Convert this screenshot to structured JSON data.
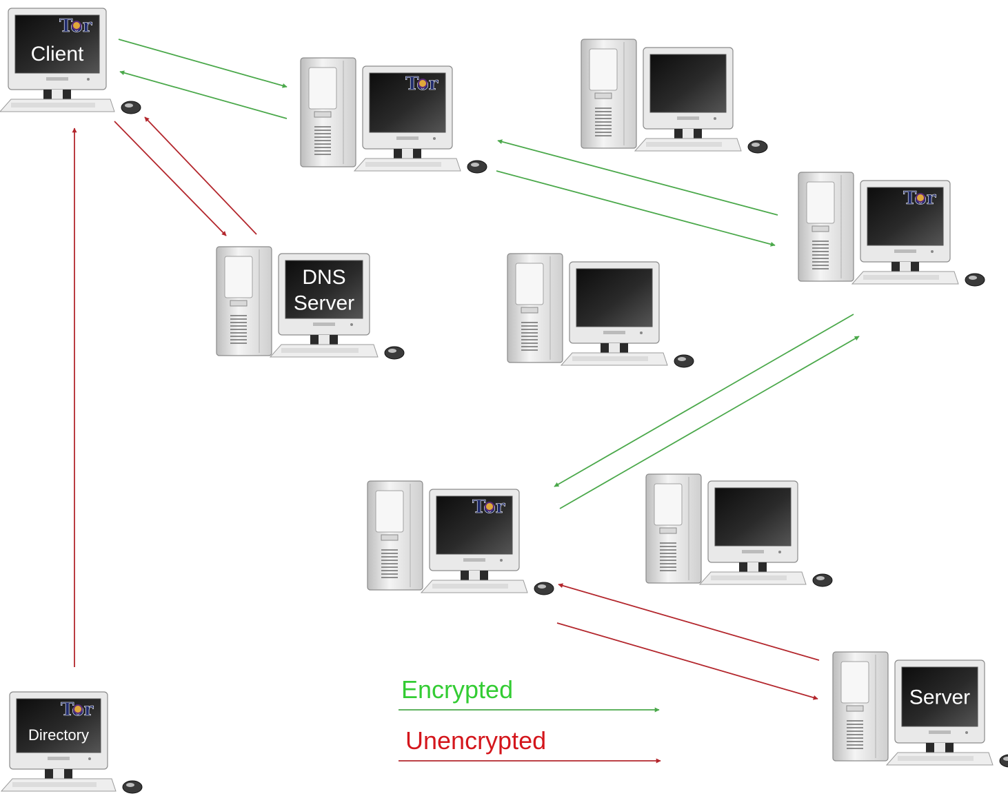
{
  "colors": {
    "encrypted": "#4aa84a",
    "unencrypted": "#b3262c",
    "encrypted_label": "#33cc33",
    "unencrypted_label": "#d4161c",
    "screen": "#1a1a1a",
    "screen_text": "#ffffff",
    "case": "#e6e6e6"
  },
  "nodes": [
    {
      "id": "client",
      "screen_lines": [
        "Client"
      ],
      "tor_logo": true,
      "has_tower": false
    },
    {
      "id": "relay-1",
      "screen_lines": [],
      "tor_logo": true,
      "has_tower": true
    },
    {
      "id": "idle-1",
      "screen_lines": [],
      "tor_logo": false,
      "has_tower": true
    },
    {
      "id": "dns-server",
      "screen_lines": [
        "DNS",
        "Server"
      ],
      "tor_logo": false,
      "has_tower": true
    },
    {
      "id": "idle-2",
      "screen_lines": [],
      "tor_logo": false,
      "has_tower": true
    },
    {
      "id": "relay-2",
      "screen_lines": [],
      "tor_logo": true,
      "has_tower": true
    },
    {
      "id": "relay-3",
      "screen_lines": [],
      "tor_logo": true,
      "has_tower": true
    },
    {
      "id": "idle-3",
      "screen_lines": [],
      "tor_logo": false,
      "has_tower": true
    },
    {
      "id": "directory",
      "screen_lines": [
        "Directory"
      ],
      "tor_logo": true,
      "has_tower": false
    },
    {
      "id": "server",
      "screen_lines": [
        "Server"
      ],
      "tor_logo": false,
      "has_tower": true
    }
  ],
  "tor_logo_text": "Tor",
  "legend": {
    "encrypted": "Encrypted",
    "unencrypted": "Unencrypted"
  }
}
